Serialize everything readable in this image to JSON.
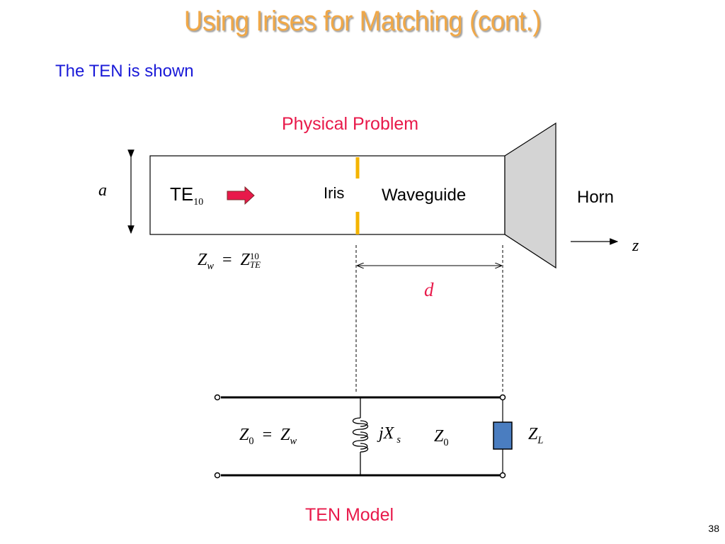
{
  "slide": {
    "title": "Using Irises for Matching (cont.)",
    "subtitle": "The TEN is shown",
    "page_number": "38"
  },
  "physical": {
    "label": "Physical Problem",
    "dimension_symbol": "a",
    "mode_main": "TE",
    "mode_sub": "10",
    "iris_label": "Iris",
    "waveguide_label": "Waveguide",
    "horn_label": "Horn",
    "axis_symbol": "z",
    "distance_symbol": "d",
    "impedance_eq": {
      "lhs": "Z",
      "lhs_sub": "w",
      "equals": "=",
      "rhs": "Z",
      "rhs_sup": "10",
      "rhs_sub": "TE"
    }
  },
  "ten_model": {
    "label": "TEN Model",
    "z0_eq": {
      "lhs": "Z",
      "lhs_sub": "0",
      "equals": "=",
      "rhs": "Z",
      "rhs_sub": "w"
    },
    "reactance": {
      "prefix": "j",
      "symbol": "X",
      "sub": "s"
    },
    "line_impedance": {
      "symbol": "Z",
      "sub": "0"
    },
    "load": {
      "symbol": "Z",
      "sub": "L"
    }
  },
  "colors": {
    "title": "#f0a848",
    "subtitle": "#1a1ad8",
    "label_red": "#e8194a",
    "iris": "#f4b400",
    "arrow_fill": "#e8194a",
    "horn_fill": "#d4d4d4",
    "load_fill": "#4a7dc0"
  }
}
